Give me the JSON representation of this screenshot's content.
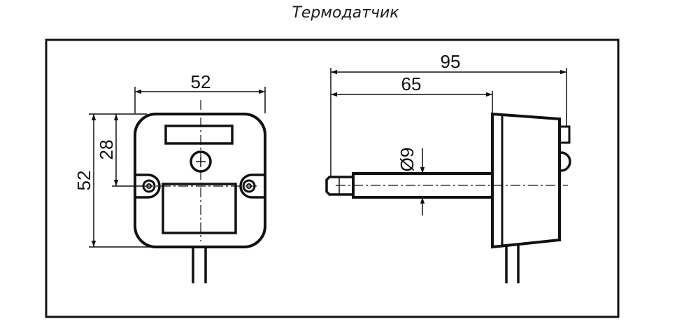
{
  "title": "Термодатчик",
  "dimensions": {
    "front_width": "52",
    "front_height": "52",
    "front_center_height": "28",
    "side_total_length": "95",
    "side_body_length": "65",
    "probe_diameter": "Ø9"
  },
  "colors": {
    "line": "#111111",
    "background": "#ffffff"
  }
}
